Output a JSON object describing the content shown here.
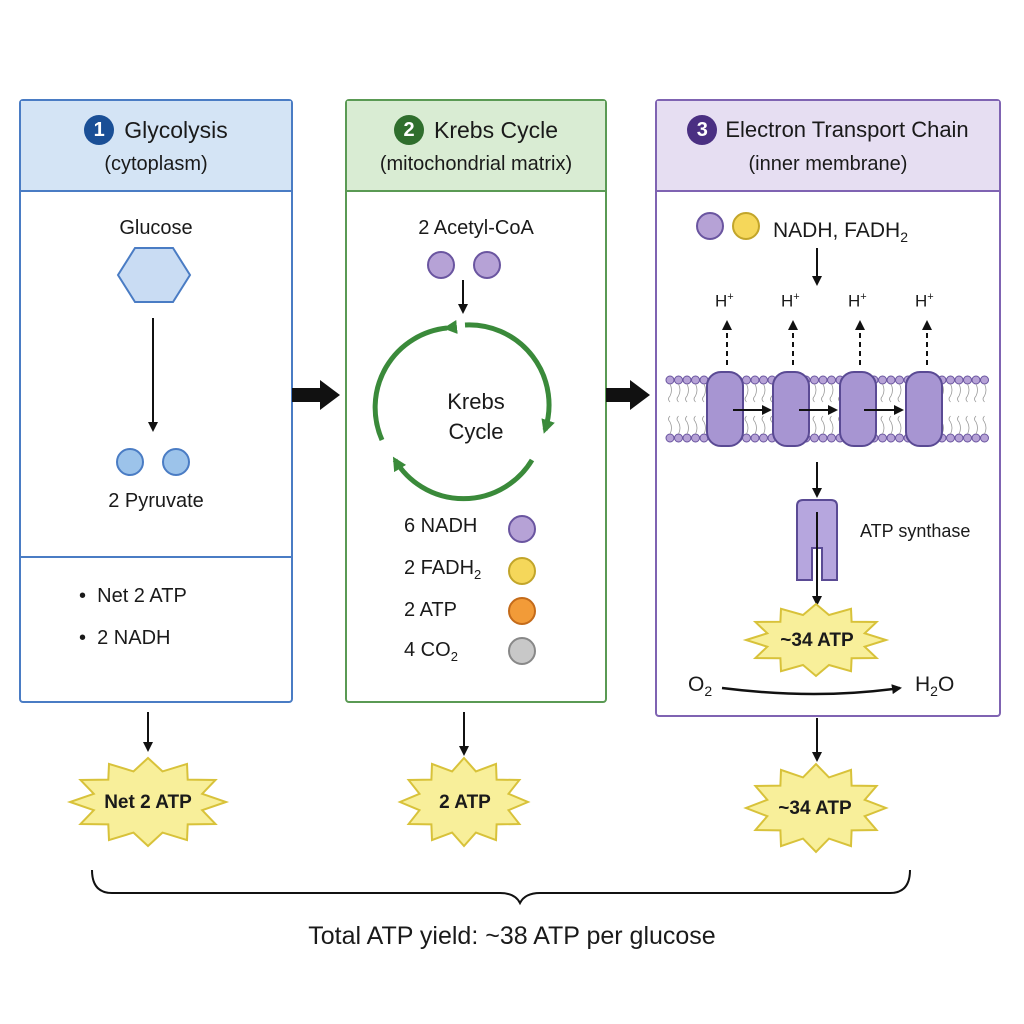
{
  "panels": [
    {
      "number": "1",
      "title": "Glycolysis",
      "subtitle": "(cytoplasm)"
    },
    {
      "number": "2",
      "title": "Krebs Cycle",
      "subtitle": "(mitochondrial matrix)"
    },
    {
      "number": "3",
      "title": "Electron Transport Chain",
      "subtitle": "(inner membrane)"
    }
  ],
  "glycolysis": {
    "input": "Glucose",
    "output": "2 Pyruvate",
    "summary": [
      "Net 2 ATP",
      "2 NADH"
    ],
    "yield": "Net 2 ATP"
  },
  "krebs": {
    "input": "2 Acetyl-CoA",
    "cycle_label_1": "Krebs",
    "cycle_label_2": "Cycle",
    "products": [
      {
        "label": "6 NADH",
        "color": "purple"
      },
      {
        "label": "2 FADH",
        "sub": "2",
        "color": "yellow"
      },
      {
        "label": "2 ATP",
        "color": "orange"
      },
      {
        "label": "4 CO",
        "sub": "2",
        "color": "gray"
      }
    ],
    "yield": "2 ATP"
  },
  "etc": {
    "input": "NADH, FADH",
    "input_sub": "2",
    "proton": "H",
    "proton_sup": "+",
    "synthase": "ATP synthase",
    "inner_yield": "~34 ATP",
    "oxygen": "O",
    "oxygen_sub": "2",
    "water": "H",
    "water_sub": "2",
    "water_tail": "O",
    "yield": "~34 ATP"
  },
  "total": "Total ATP yield: ~38 ATP per glucose",
  "colors": {
    "glycolysis": "#4a7cc4",
    "krebs": "#5a9a54",
    "etc": "#7f63b2",
    "burst": "#f8ef9a"
  }
}
